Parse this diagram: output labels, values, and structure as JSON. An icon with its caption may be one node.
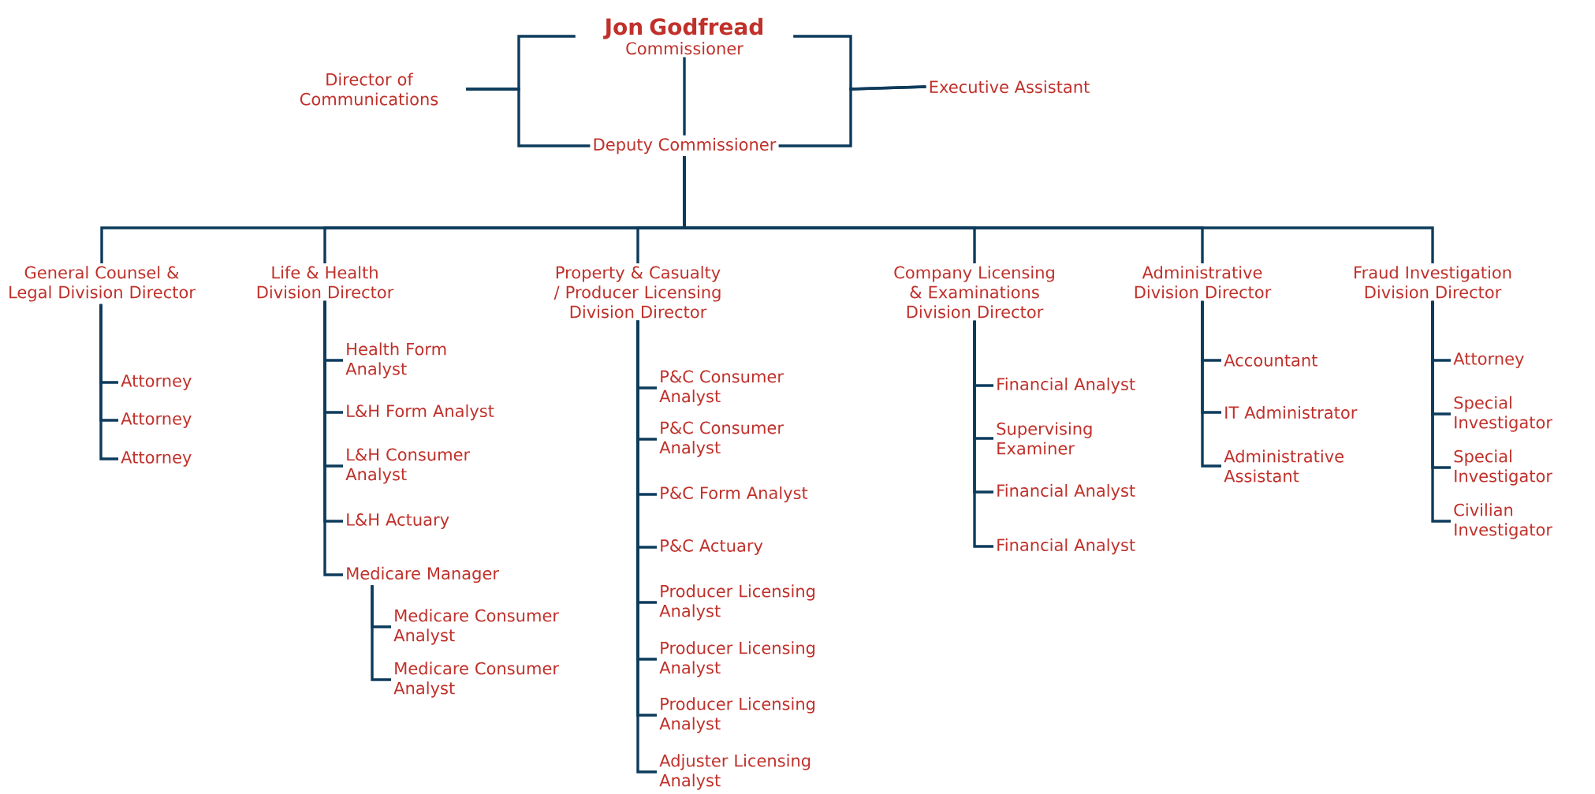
{
  "diagram": {
    "nodes": [
      {
        "text": [
          "Jon Godfread",
          "Commissioner"
        ]
      },
      {
        "text": [
          "Deputy Commissioner"
        ]
      },
      {
        "text": [
          "Director of Communications"
        ]
      },
      {
        "text": [
          "Executive Assistant"
        ]
      },
      {
        "text": [
          "General Counsel & Legal Division Director"
        ]
      },
      {
        "text": [
          "Life & Health Division Director"
        ]
      },
      {
        "text": [
          "Property & Casualty / Producer Licensing Division Director"
        ]
      },
      {
        "text": [
          "Company Licensing & Examinations Division Director"
        ]
      },
      {
        "text": [
          "Administrative Division Director"
        ]
      },
      {
        "text": [
          "Fraud Investigation Division Director"
        ]
      },
      {
        "text": [
          "Attorney"
        ]
      },
      {
        "text": [
          "Attorney"
        ]
      },
      {
        "text": [
          "Attorney"
        ]
      },
      {
        "text": [
          "Health Form Analyst"
        ]
      },
      {
        "text": [
          "L&H Form Analyst"
        ]
      },
      {
        "text": [
          "L&H Consumer Analyst"
        ]
      },
      {
        "text": [
          "L&H Actuary"
        ]
      },
      {
        "text": [
          "Medicare Manager"
        ]
      },
      {
        "text": [
          "Medicare Consumer Analyst"
        ]
      },
      {
        "text": [
          "Medicare Consumer Analyst"
        ]
      },
      {
        "text": [
          "P&C Consumer Analyst"
        ]
      },
      {
        "text": [
          "P&C Consumer Analyst"
        ]
      },
      {
        "text": [
          "P&C Form Analyst"
        ]
      },
      {
        "text": [
          "P&C Actuary"
        ]
      },
      {
        "text": [
          "Producer Licensing Analyst"
        ]
      },
      {
        "text": [
          "Producer Licensing Analyst"
        ]
      },
      {
        "text": [
          "Producer Licensing Analyst"
        ]
      },
      {
        "text": [
          "Adjuster Licensing Analyst"
        ]
      },
      {
        "text": [
          "Financial Analyst"
        ]
      },
      {
        "text": [
          "Supervising Examiner"
        ]
      },
      {
        "text": [
          "Financial Analyst"
        ]
      },
      {
        "text": [
          "Financial Analyst"
        ]
      },
      {
        "text": [
          "Accountant"
        ]
      },
      {
        "text": [
          "IT Administrator"
        ]
      },
      {
        "text": [
          "Administrative Assistant"
        ]
      },
      {
        "text": [
          "Attorney"
        ]
      },
      {
        "text": [
          "Special Investigator"
        ]
      },
      {
        "text": [
          "Special Investigator"
        ]
      },
      {
        "text": [
          "Civilian Investigator"
        ]
      }
    ],
    "edges": [
      {
        "from": 0,
        "to": 1,
        "arrow": "none"
      },
      {
        "from": 0,
        "to": 2,
        "arrow": "none"
      },
      {
        "from": 1,
        "to": 2,
        "arrow": "none"
      },
      {
        "from": 0,
        "to": 3,
        "arrow": "none"
      },
      {
        "from": 1,
        "to": 3,
        "arrow": "none"
      },
      {
        "from": 1,
        "to": 4,
        "arrow": "none"
      },
      {
        "from": 1,
        "to": 5,
        "arrow": "none"
      },
      {
        "from": 1,
        "to": 6,
        "arrow": "none"
      },
      {
        "from": 1,
        "to": 7,
        "arrow": "none"
      },
      {
        "from": 1,
        "to": 8,
        "arrow": "none"
      },
      {
        "from": 1,
        "to": 9,
        "arrow": "none"
      },
      {
        "from": 4,
        "to": 10,
        "arrow": "none"
      },
      {
        "from": 4,
        "to": 11,
        "arrow": "none"
      },
      {
        "from": 4,
        "to": 12,
        "arrow": "none"
      },
      {
        "from": 5,
        "to": 13,
        "arrow": "none"
      },
      {
        "from": 5,
        "to": 14,
        "arrow": "none"
      },
      {
        "from": 5,
        "to": 15,
        "arrow": "none"
      },
      {
        "from": 5,
        "to": 16,
        "arrow": "none"
      },
      {
        "from": 5,
        "to": 17,
        "arrow": "none"
      },
      {
        "from": 17,
        "to": 18,
        "arrow": "none"
      },
      {
        "from": 17,
        "to": 19,
        "arrow": "none"
      },
      {
        "from": 6,
        "to": 20,
        "arrow": "none"
      },
      {
        "from": 6,
        "to": 21,
        "arrow": "none"
      },
      {
        "from": 6,
        "to": 22,
        "arrow": "none"
      },
      {
        "from": 6,
        "to": 23,
        "arrow": "none"
      },
      {
        "from": 6,
        "to": 24,
        "arrow": "none"
      },
      {
        "from": 6,
        "to": 25,
        "arrow": "none"
      },
      {
        "from": 6,
        "to": 26,
        "arrow": "none"
      },
      {
        "from": 6,
        "to": 27,
        "arrow": "none"
      },
      {
        "from": 7,
        "to": 28,
        "arrow": "none"
      },
      {
        "from": 7,
        "to": 29,
        "arrow": "none"
      },
      {
        "from": 7,
        "to": 30,
        "arrow": "none"
      },
      {
        "from": 7,
        "to": 31,
        "arrow": "none"
      },
      {
        "from": 8,
        "to": 32,
        "arrow": "none"
      },
      {
        "from": 8,
        "to": 33,
        "arrow": "none"
      },
      {
        "from": 8,
        "to": 34,
        "arrow": "none"
      },
      {
        "from": 9,
        "to": 35,
        "arrow": "none"
      },
      {
        "from": 9,
        "to": 36,
        "arrow": "none"
      },
      {
        "from": 9,
        "to": 37,
        "arrow": "none"
      },
      {
        "from": 9,
        "to": 38,
        "arrow": "none"
      }
    ]
  }
}
